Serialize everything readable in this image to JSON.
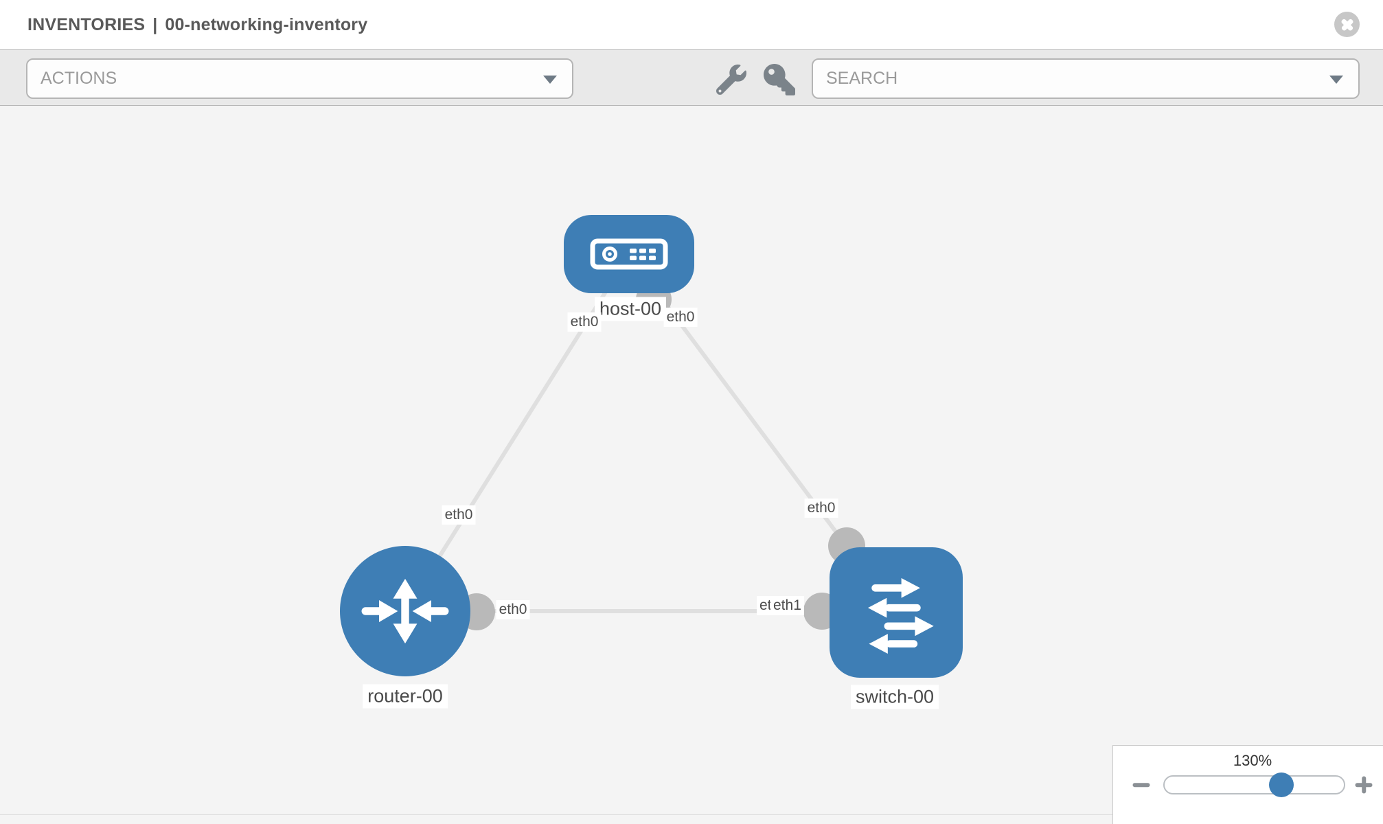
{
  "header": {
    "title_section": "INVENTORIES",
    "title_separator": "|",
    "title_item": "00-networking-inventory",
    "close_icon": "close"
  },
  "toolbar": {
    "actions_label": "ACTIONS",
    "search_label": "SEARCH",
    "wrench_icon": "wrench",
    "key_icon": "key"
  },
  "topology": {
    "nodes": [
      {
        "id": "host-00",
        "type": "host",
        "label": "host-00"
      },
      {
        "id": "router-00",
        "type": "router",
        "label": "router-00"
      },
      {
        "id": "switch-00",
        "type": "switch",
        "label": "switch-00"
      }
    ],
    "links": [
      {
        "source": "host-00",
        "target": "router-00",
        "source_interface": "eth0",
        "target_interface": "eth0"
      },
      {
        "source": "host-00",
        "target": "switch-00",
        "source_interface": "eth0",
        "target_interface": "eth0"
      },
      {
        "source": "router-00",
        "target": "switch-00",
        "source_interface": "eth0",
        "target_interface": "eth1",
        "target_interface_overlapped": "eth0"
      }
    ]
  },
  "zoom_widget": {
    "value": "130%",
    "percent": 130,
    "minus_icon": "minus",
    "plus_icon": "plus"
  },
  "colors": {
    "node_blue": "#3e7eb5",
    "link_gray": "#dfdfdf",
    "interface_dot_gray": "#b9b9b9",
    "canvas_bg": "#f4f4f4",
    "toolbar_bg": "#e9e9e9"
  }
}
